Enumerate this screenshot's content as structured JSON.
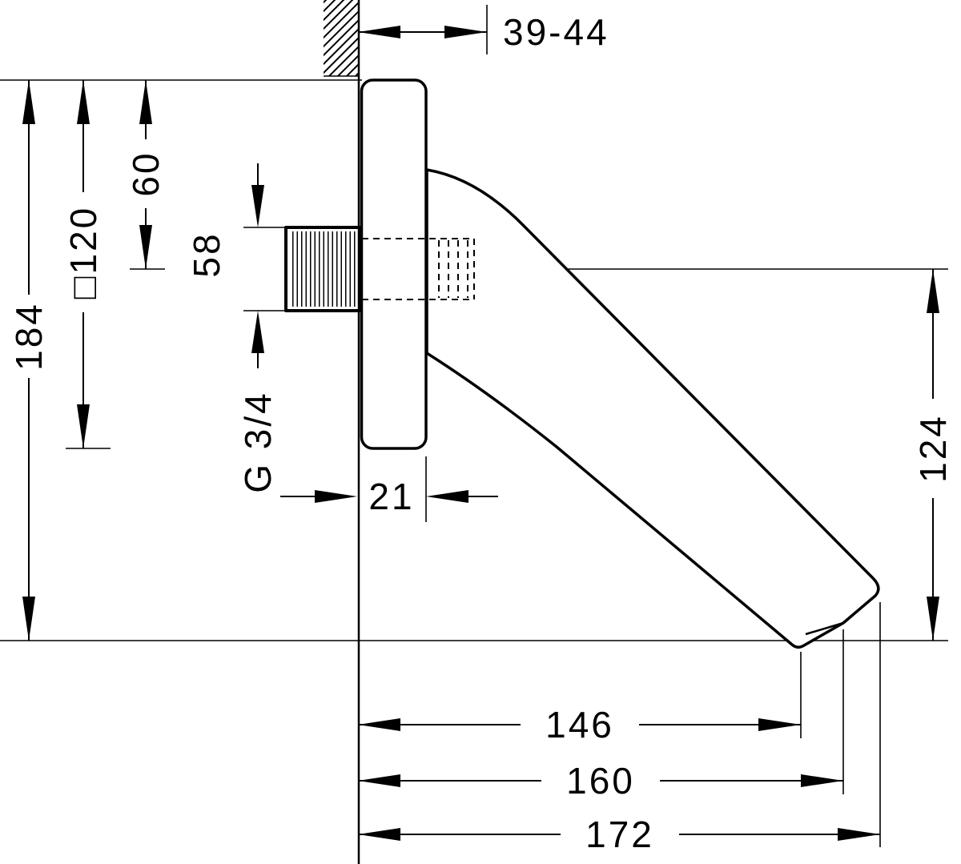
{
  "colors": {
    "line": "#000000",
    "background": "#ffffff"
  },
  "labels": {
    "wall_offset": "39-44",
    "overall_height": "184",
    "plate_size": "□120",
    "top_to_axis": "60",
    "axis_span": "58",
    "thread": "G 3/4",
    "plate_depth": "21",
    "outlet_drop": "124",
    "reach_inner": "146",
    "reach_mid": "160",
    "reach_outer": "172"
  }
}
